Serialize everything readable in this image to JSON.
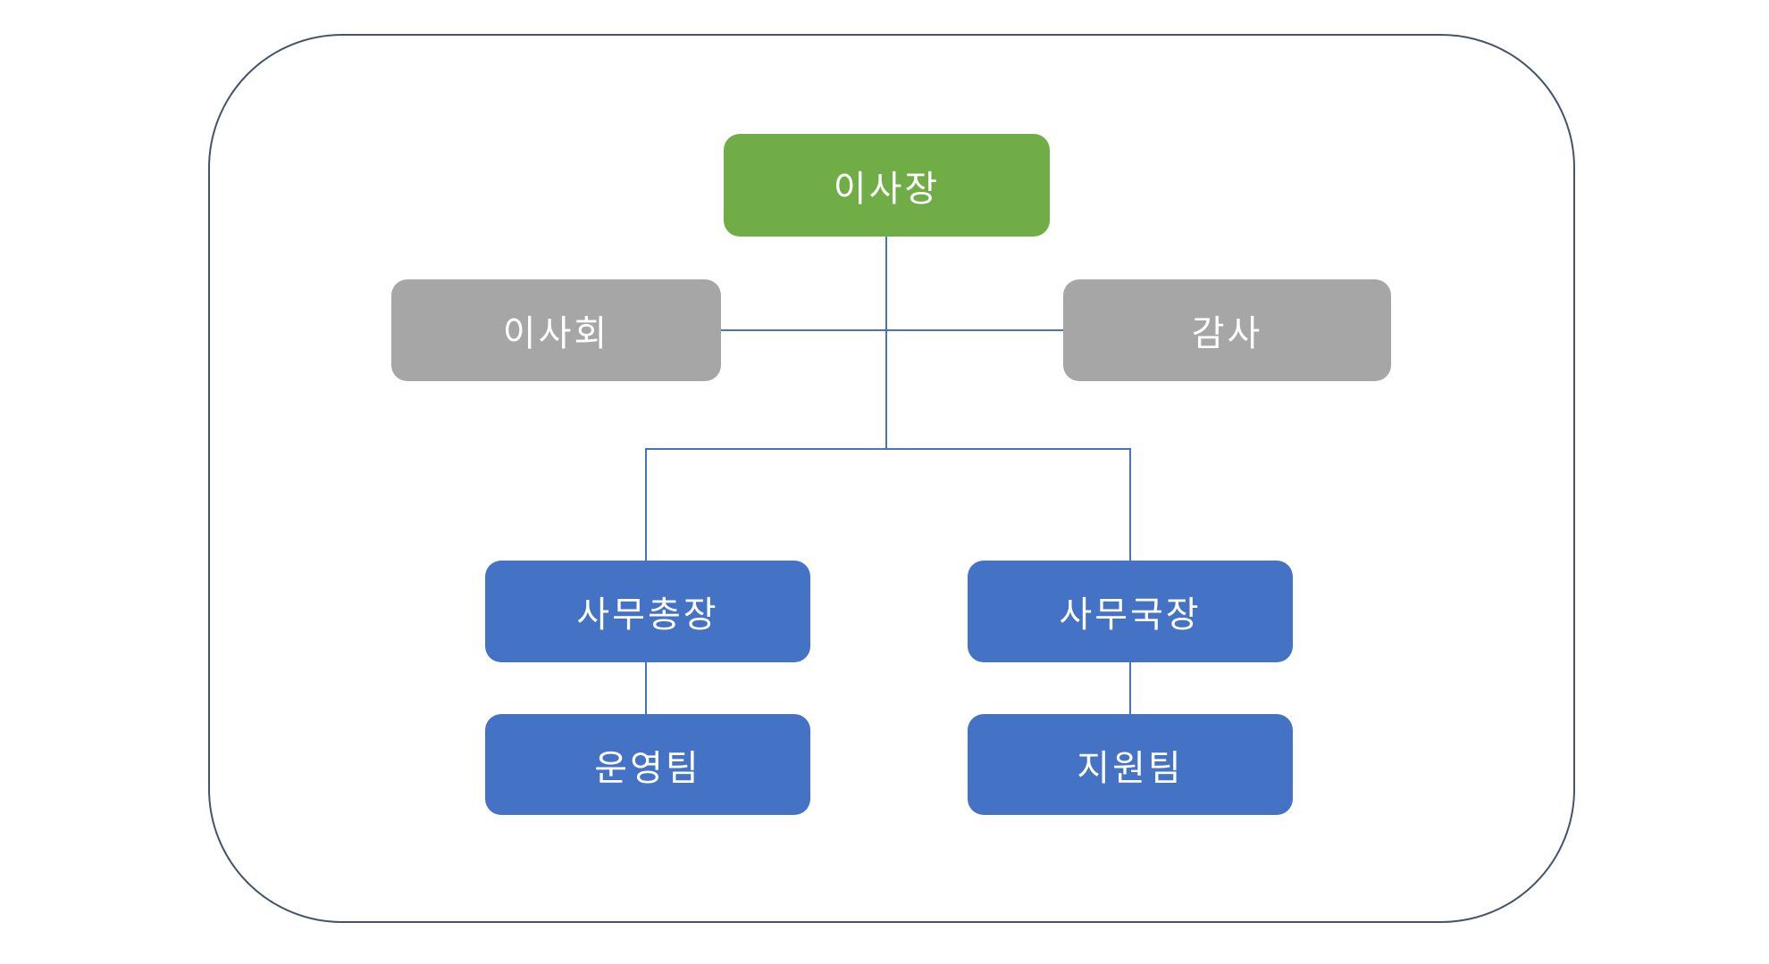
{
  "diagram": {
    "type": "org-chart",
    "colors": {
      "background": "#ffffff",
      "frame": "#44546a",
      "connector": "#4472c4",
      "root": "#70ad47",
      "staff": "#a6a6a6",
      "branch": "#4472c4",
      "text": "#ffffff"
    },
    "nodes": {
      "chairman": {
        "label": "이사장",
        "level": 1,
        "fill": "#70ad47"
      },
      "board": {
        "label": "이사회",
        "level": 2,
        "fill": "#a6a6a6"
      },
      "auditor": {
        "label": "감사",
        "level": 2,
        "fill": "#a6a6a6"
      },
      "secretary_general": {
        "label": "사무총장",
        "level": 3,
        "fill": "#4472c4"
      },
      "office_director": {
        "label": "사무국장",
        "level": 3,
        "fill": "#4472c4"
      },
      "operations_team": {
        "label": "운영팀",
        "level": 4,
        "fill": "#4472c4"
      },
      "support_team": {
        "label": "지원팀",
        "level": 4,
        "fill": "#4472c4"
      }
    },
    "edges": [
      {
        "from": "chairman",
        "to": "board"
      },
      {
        "from": "chairman",
        "to": "auditor"
      },
      {
        "from": "chairman",
        "to": "secretary_general"
      },
      {
        "from": "chairman",
        "to": "office_director"
      },
      {
        "from": "secretary_general",
        "to": "operations_team"
      },
      {
        "from": "office_director",
        "to": "support_team"
      }
    ]
  }
}
